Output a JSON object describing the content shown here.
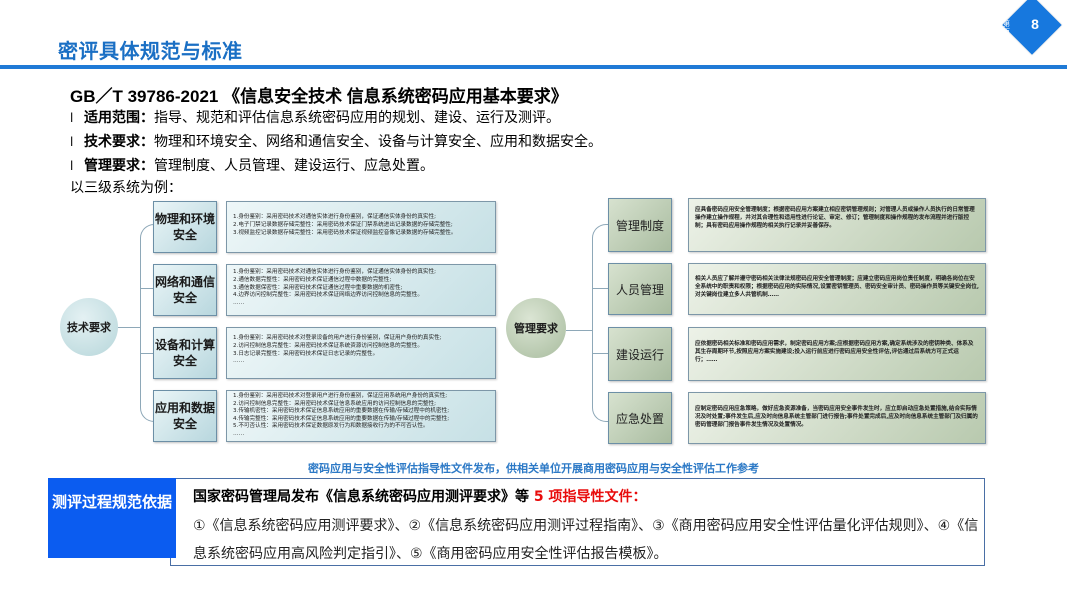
{
  "header": {
    "title": "密评具体规范与标准",
    "page_number": "8",
    "page_side_text": "第 页"
  },
  "standard": {
    "title": "GB／T 39786-2021 《信息安全技术 信息系统密码应用基本要求》",
    "bullets": [
      {
        "mark": "l",
        "key": "适用范围：",
        "text": "指导、规范和评估信息系统密码应用的规划、建设、运行及测评。"
      },
      {
        "mark": "l",
        "key": "技术要求：",
        "text": "物理和环境安全、网络和通信安全、设备与计算安全、应用和数据安全。"
      },
      {
        "mark": "l",
        "key": "管理要求：",
        "text": "管理制度、人员管理、建设运行、应急处置。"
      }
    ],
    "example_label": "以三级系统为例："
  },
  "diagram": {
    "tech": {
      "hub_label": "技术要求",
      "categories": [
        {
          "label": "物理和环境安全",
          "lines": [
            "1.身份鉴别：采用密码技术对通信实体进行身份鉴别，保证通信实体身份的真实性;",
            "2.电子门禁记录数据存储完整性：采用密码技术保证门禁系统进出记录数据的存储完整性;",
            "3.视频监控记录数据存储完整性：采用密码技术保证视频监控音像记录数据的存储完整性。"
          ]
        },
        {
          "label": "网络和通信安全",
          "lines": [
            "1.身份鉴别：采用密码技术对通信实体进行身份鉴别，保证通信实体身份的真实性;",
            "2.通信数据完整性：采用密码技术保证通信过程中数据的完整性;",
            "3.通信数据保密性：采用密码技术保证通信过程中重要数据的机密性;",
            "4.边界访问控制完整性：采用密码技术保证网络边界访问控制信息的完整性。",
            "……"
          ]
        },
        {
          "label": "设备和计算安全",
          "lines": [
            "1.身份鉴别：采用密码技术对登录设备的用户进行身份鉴别，保证用户身份的真实性;",
            "2.访问控制信息完整性：采用密码技术保证系统资源访问控制信息的完整性。",
            "3.日志记录完整性：采用密码技术保证日志记录的完整性。",
            "……"
          ]
        },
        {
          "label": "应用和数据安全",
          "lines": [
            "1.身份鉴别：采用密码技术对登录用户进行身份鉴别，保证应用系统用户身份的真实性;",
            "2.访问控制信息完整性：采用密码技术保证信息系统应用的访问控制信息的完整性;",
            "3.传输机密性：采用密码技术保证信息系统应用的重要数据在传输/存储过程中的机密性;",
            "4.传输完整性：采用密码技术保证信息系统应用的重要数据在传输/存储过程中的完整性;",
            "5.不可否认性：采用密码技术保证数据原发行为和数据接收行为的不可否认性。",
            "……"
          ]
        }
      ]
    },
    "mgmt": {
      "hub_label": "管理要求",
      "categories": [
        {
          "label": "管理制度",
          "text": "应具备密码应用安全管理制度；根据密码应用方案建立相应密钥管理规则；对管理人员或操作人员执行的日常管理操作建立操作规程，并对其合理性和适用性进行论证、审定、修订；管理制度和操作规程的发布流程并进行版控制；具有密码应用操作规程的相关执行记录并妥善保存。"
        },
        {
          "label": "人员管理",
          "text": "相关人员应了解并遵守密码相关法律法规密码应用安全管理制度；应建立密码应用岗位责任制度，明确各岗位在安全系统中的职责和权限；根据密码应用的实际情况,设置密钥管理员、密码安全审计员、密码操作员等关键安全岗位,对关键岗位建立多人共管机制……"
        },
        {
          "label": "建设运行",
          "text": "应依据密码相关标准和密码应用需求，制定密码应用方案;应根据密码应用方案,确定系统涉及的密钥种类、体系及其生存周期环节,按照应用方案实施建设;投入运行前应进行密码应用安全性评估,评估通过后系统方可正式运行；……"
        },
        {
          "label": "应急处置",
          "text": "应制定密码应用应急策略，做好应急资源准备，当密码应用安全事件发生时，应立即启动应急处置措施,结合实际情况及时处置;事件发生后,应及时向信息系统主管部门进行报告;事件处置完成后,应及时向信息系统主管部门及归属的密码管理部门报告事件发生情况及处置情况。"
        }
      ]
    }
  },
  "caption": "密码应用与安全性评估指导性文件发布，供相关单位开展商用密码应用与安全性评估工作参考",
  "basis": {
    "label": "测评过程规范依据",
    "head_prefix": "国家密码管理局发布《信息系统密码应用测评要求》等 ",
    "head_highlight": "5 项指导性文件：",
    "body": "①《信息系统密码应用测评要求》、②《信息系统密码应用测评过程指南》、③《商用密码应用安全性评估量化评估规则》、④《信息系统密码应用高风险判定指引》、⑤《商用密码应用安全性评估报告模板》。",
    "highlight_color": "#e80b0b"
  },
  "colors": {
    "accent": "#1f7ad6",
    "title": "#1a6fc4",
    "basis_label_bg": "#0b5cf0",
    "caption": "#2c79c6"
  }
}
